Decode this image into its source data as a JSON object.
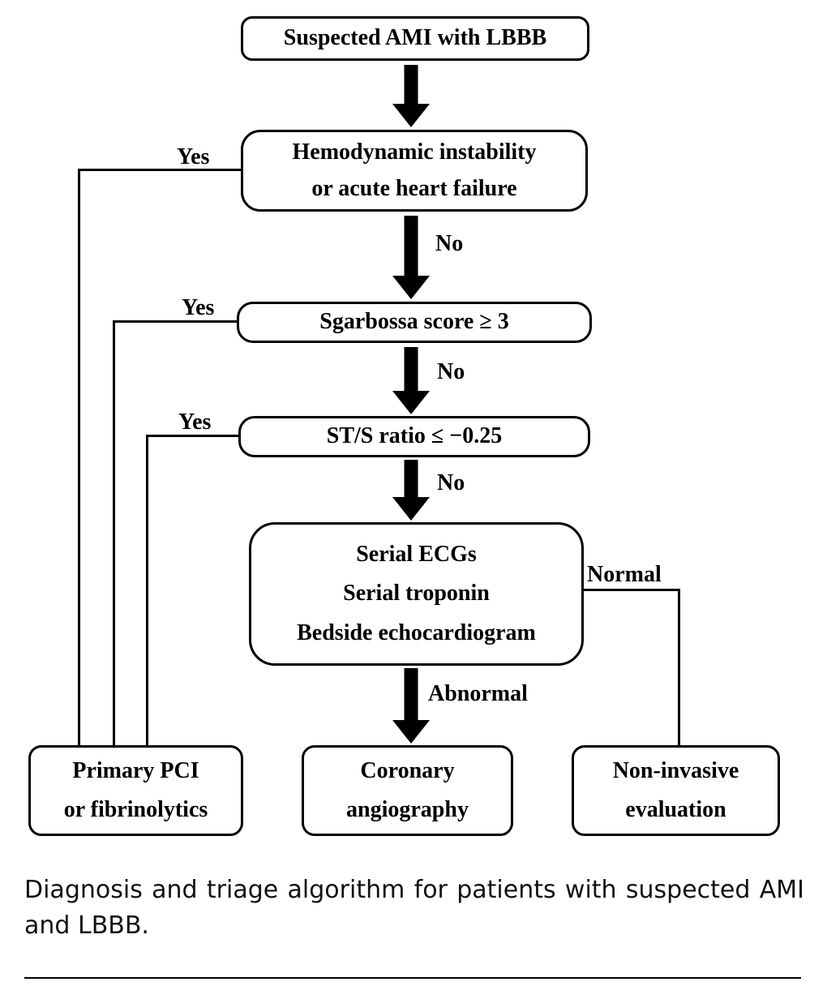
{
  "nodes": {
    "start": {
      "label": "Suspected AMI with LBBB"
    },
    "hemodynamic": {
      "line1": "Hemodynamic instability",
      "line2": "or acute heart failure"
    },
    "sgarbossa": {
      "label": "Sgarbossa score ≥ 3"
    },
    "st_ratio": {
      "label": "ST/S ratio ≤ −0.25"
    },
    "workup": {
      "line1": "Serial ECGs",
      "line2": "Serial troponin",
      "line3": "Bedside echocardiogram"
    },
    "primary_pci": {
      "line1": "Primary PCI",
      "line2": "or fibrinolytics"
    },
    "coronary": {
      "line1": "Coronary",
      "line2": "angiography"
    },
    "non_invasive": {
      "line1": "Non-invasive",
      "line2": "evaluation"
    }
  },
  "edges": {
    "yes_hemodynamic": "Yes",
    "yes_sgarbossa": "Yes",
    "yes_st_ratio": "Yes",
    "no_hemodynamic": "No",
    "no_sgarbossa": "No",
    "no_st_ratio": "No",
    "abnormal": "Abnormal",
    "normal": "Normal"
  },
  "caption": {
    "line1": "Diagnosis and triage algorithm for patients with suspected AMI",
    "line2": "and LBBB."
  },
  "colors": {
    "line": "#000000",
    "background": "#ffffff"
  }
}
